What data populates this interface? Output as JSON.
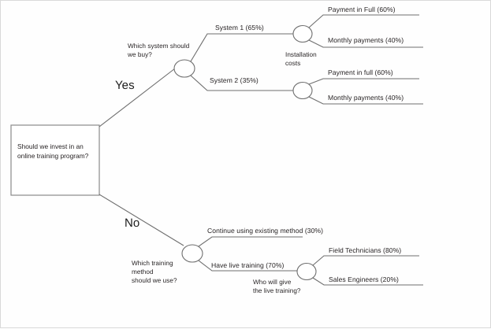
{
  "diagram": {
    "type": "decision-tree",
    "title": "Should we invest in an online training program?",
    "root": {
      "label": "Should we invest in an online training program?",
      "shape": "decision-box"
    },
    "branches": {
      "yes_label": "Yes",
      "no_label": "No"
    },
    "nodes": {
      "which_system": "Which system should we buy?",
      "which_system_line1": "Which system should",
      "which_system_line2": "we buy?",
      "installation_costs_line1": "Installation",
      "installation_costs_line2": "costs",
      "which_training_line1": "Which training",
      "which_training_line2": "method",
      "which_training_line3": "should we use?",
      "who_gives_line1": "Who will give",
      "who_gives_line2": "the live training?"
    },
    "edges": {
      "system1": "System 1 (65%)",
      "system2": "System 2 (35%)",
      "payment_full_upper": "Payment in Full (60%)",
      "monthly_upper": "Monthly payments (40%)",
      "payment_full_lower": "Payment in full (60%)",
      "monthly_lower": "Monthly payments (40%)",
      "continue_existing": "Continue using existing method (30%)",
      "have_live_training": "Have live training (70%)",
      "field_technicians": "Field Technicians (80%)",
      "sales_engineers": "Sales Engineers (20%)"
    },
    "colors": {
      "line": "#6e6e6e",
      "box_border": "#8a8a8a",
      "text": "#231f20",
      "background": "#fefefe",
      "frame": "#d9d9d9"
    }
  },
  "chart_data": {
    "type": "tree",
    "title": "Online training program decision tree",
    "root": "Should we invest in an online training program?",
    "branches": [
      {
        "name": "Yes",
        "decision": "Which system should we buy?",
        "options": [
          {
            "label": "System 1",
            "probability": 65,
            "node": "Installation costs",
            "outcomes": [
              {
                "label": "Payment in Full",
                "probability": 60
              },
              {
                "label": "Monthly payments",
                "probability": 40
              }
            ]
          },
          {
            "label": "System 2",
            "probability": 35,
            "node": "Installation costs",
            "outcomes": [
              {
                "label": "Payment in full",
                "probability": 60
              },
              {
                "label": "Monthly payments",
                "probability": 40
              }
            ]
          }
        ]
      },
      {
        "name": "No",
        "decision": "Which training method should we use?",
        "options": [
          {
            "label": "Continue using existing method",
            "probability": 30,
            "node": null,
            "outcomes": []
          },
          {
            "label": "Have live training",
            "probability": 70,
            "node": "Who will give the live training?",
            "outcomes": [
              {
                "label": "Field Technicians",
                "probability": 80
              },
              {
                "label": "Sales Engineers",
                "probability": 20
              }
            ]
          }
        ]
      }
    ]
  }
}
